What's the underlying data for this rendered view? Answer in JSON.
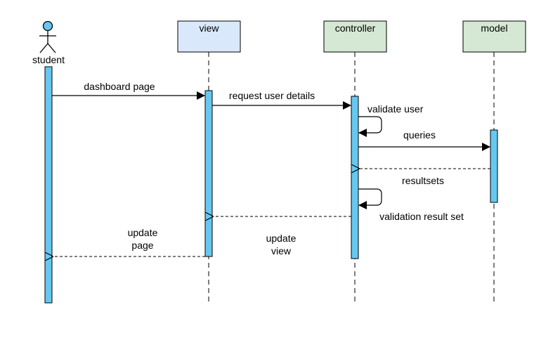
{
  "actors": {
    "student": {
      "label": "student"
    },
    "view": {
      "label": "view"
    },
    "controller": {
      "label": "controller"
    },
    "model": {
      "label": "model"
    }
  },
  "messages": {
    "m1": {
      "label": "dashboard page"
    },
    "m2": {
      "label": "request user details"
    },
    "m3": {
      "label": "validate user"
    },
    "m4": {
      "label": "queries"
    },
    "m5": {
      "label": "resultsets"
    },
    "m6": {
      "label": "validation result set"
    },
    "m7": {
      "line1": "update",
      "line2": "view"
    },
    "m8": {
      "line1": "update",
      "line2": "page"
    }
  },
  "colors": {
    "view_fill": "#dae8fc",
    "controller_fill": "#d5e8d4",
    "model_fill": "#d5e8d4",
    "activation_fill": "#66c8f0",
    "stroke": "#000000"
  }
}
